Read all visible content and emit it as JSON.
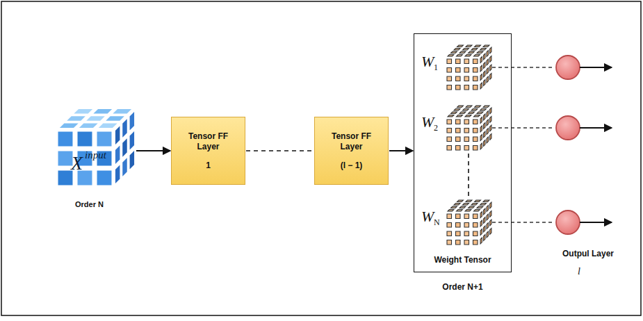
{
  "diagram": {
    "nodes": [
      {
        "text": [
          "X",
          "input",
          "Order N"
        ]
      },
      {
        "text": [
          "Tensor FF Layer",
          "1"
        ]
      },
      {
        "text": [
          "Tensor FF Layer",
          "(l − 1)"
        ]
      },
      {
        "text": [
          "Weight Tensor",
          "Order N+1"
        ]
      },
      {
        "text": [
          "W",
          "1"
        ],
        "in": 3
      },
      {
        "text": [
          "W",
          "2"
        ],
        "in": 3
      },
      {
        "text": [
          "W",
          "N"
        ],
        "in": 3
      }
    ],
    "edges": [
      {
        "from": 0,
        "to": 1,
        "arrow": "to"
      },
      {
        "from": 1,
        "to": 2,
        "arrow": "none"
      },
      {
        "from": 2,
        "to": 3,
        "arrow": "to"
      },
      {
        "from": 5,
        "to": 6,
        "arrow": "none"
      }
    ],
    "labels": [
      "Outpul Layer",
      "l"
    ]
  }
}
